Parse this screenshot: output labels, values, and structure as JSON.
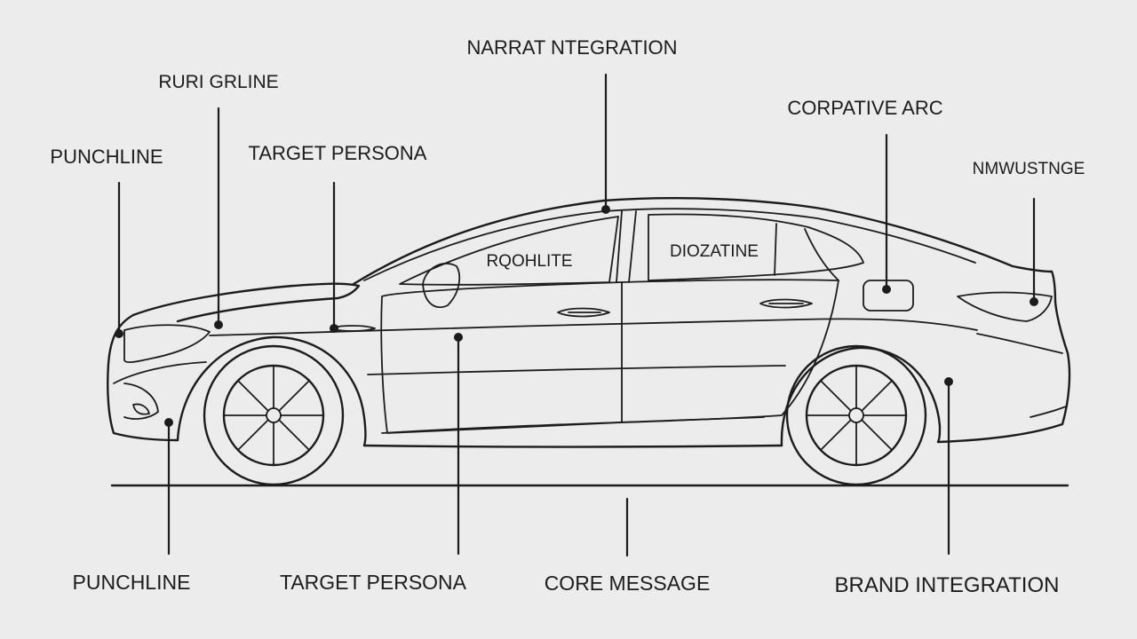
{
  "labels": {
    "top_center": "NARRAT NTEGRATION",
    "top_left_upper": "RURI GRLINE",
    "top_left_mid": "PUNCHLINE",
    "top_left_persona": "TARGET PERSONA",
    "top_right_arc": "CORPATIVE ARC",
    "top_right_far": "NMWUSTNGE",
    "window_front": "RQOHLITE",
    "window_rear": "DIOZATINE",
    "bottom_punchline": "PUNCHLINE",
    "bottom_persona": "TARGET PERSONA",
    "bottom_core": "CORE MESSAGE",
    "bottom_brand": "BRAND INTEGRATION"
  }
}
